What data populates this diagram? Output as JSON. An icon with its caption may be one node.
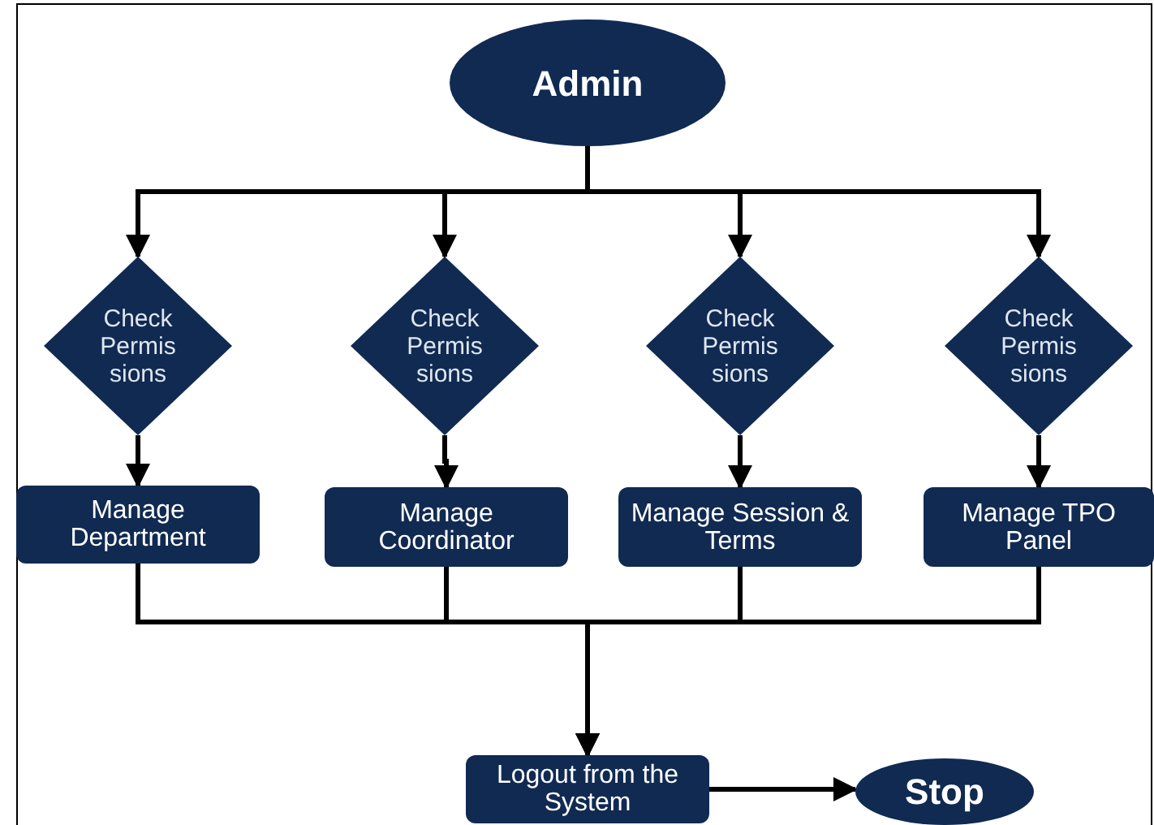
{
  "diagram": {
    "nodes": [
      {
        "text": [
          "Admin"
        ]
      },
      {
        "text": [
          "Check Permis sions"
        ]
      },
      {
        "text": [
          "Check Permis sions"
        ]
      },
      {
        "text": [
          "Check Permis sions"
        ]
      },
      {
        "text": [
          "Check Permis sions"
        ]
      },
      {
        "text": [
          "Manage Department"
        ]
      },
      {
        "text": [
          "Manage Coordinator"
        ]
      },
      {
        "text": [
          "Manage Session & Terms"
        ]
      },
      {
        "text": [
          "Manage TPO Panel"
        ]
      },
      {
        "text": [
          "Logout from the System"
        ]
      },
      {
        "text": [
          "Stop"
        ]
      }
    ],
    "edges": [
      {
        "from": 0,
        "to": 1,
        "arrow": "to"
      },
      {
        "from": 0,
        "to": 2,
        "arrow": "to"
      },
      {
        "from": 0,
        "to": 3,
        "arrow": "to"
      },
      {
        "from": 0,
        "to": 4,
        "arrow": "to"
      },
      {
        "from": 1,
        "to": 5,
        "arrow": "to"
      },
      {
        "from": 2,
        "to": 6,
        "arrow": "to"
      },
      {
        "from": 3,
        "to": 7,
        "arrow": "to"
      },
      {
        "from": 4,
        "to": 8,
        "arrow": "to"
      },
      {
        "from": 5,
        "to": 9,
        "arrow": "to"
      },
      {
        "from": 6,
        "to": 9,
        "arrow": "to"
      },
      {
        "from": 7,
        "to": 9,
        "arrow": "to"
      },
      {
        "from": 8,
        "to": 9,
        "arrow": "to"
      },
      {
        "from": 9,
        "to": 10,
        "arrow": "to"
      }
    ]
  }
}
